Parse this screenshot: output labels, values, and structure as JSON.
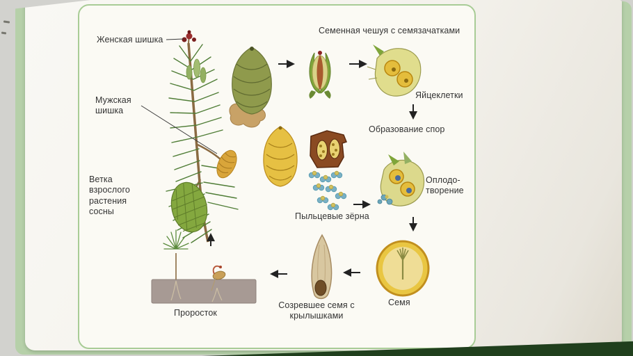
{
  "labels": {
    "female_cone": "Женская шишка",
    "male_cone": "Мужская шишка",
    "adult_branch": "Ветка взрослого растения сосны",
    "seed_scale_ovules": "Семенная чешуя с семязачатками",
    "egg_cells": "Яйцеклетки",
    "spore_formation": "Образование спор",
    "fertilization": "Оплодо-творение",
    "pollen_grains": "Пыльцевые зёрна",
    "seedling": "Проросток",
    "mature_winged_seed": "Созревшее семя с крылышками",
    "seed": "Семя"
  },
  "colors": {
    "panel_border": "#a8cc96",
    "page": "#f6f5f0",
    "cover_green": "#b6d0a9",
    "cover_dark_green": "#203f1d",
    "table_gray": "#d2d2ce",
    "label_text": "#333333",
    "arrow": "#222222",
    "pine_green": "#5a8a3c",
    "cone_yellow": "#e6c043",
    "pollen_teal": "#7ab0c4"
  }
}
